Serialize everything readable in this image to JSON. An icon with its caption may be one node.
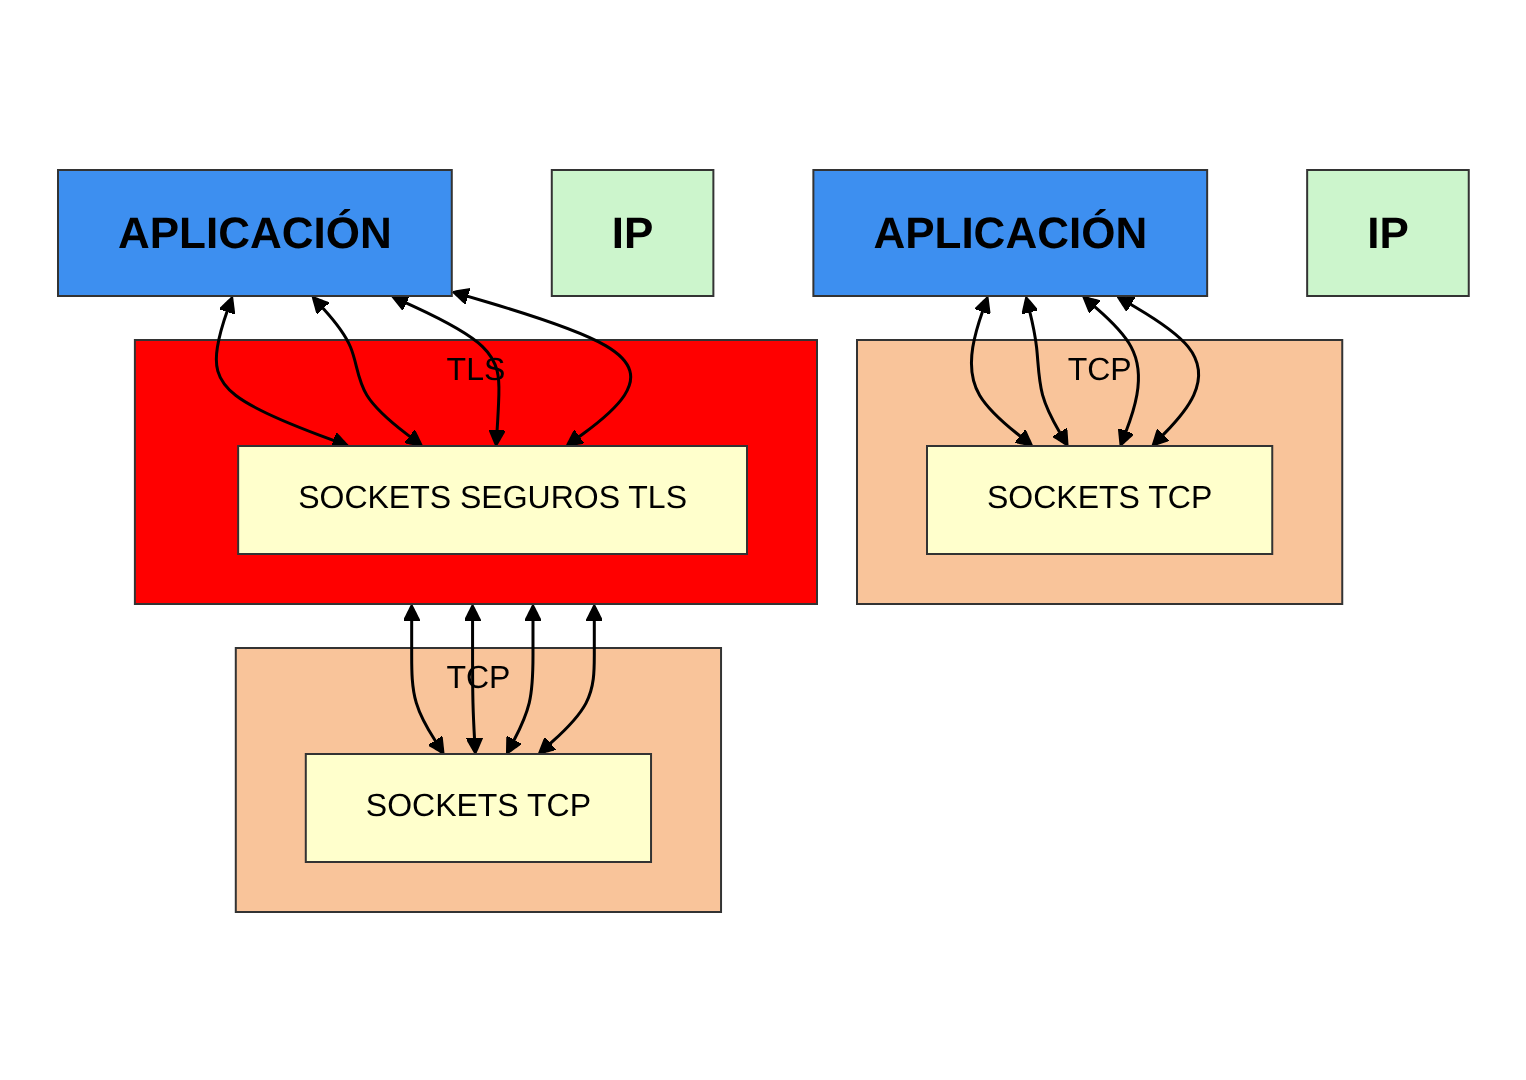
{
  "diagram": {
    "nodes": [
      {
        "text": [
          "APLICACIÓN"
        ]
      },
      {
        "text": [
          "TCP"
        ]
      },
      {
        "text": [
          "SOCKETS TCP"
        ],
        "in": 1
      },
      {
        "text": [
          "IP"
        ]
      },
      {
        "text": [
          "APLICACIÓN"
        ]
      },
      {
        "text": [
          "TLS"
        ]
      },
      {
        "text": [
          "SOCKETS SEGUROS TLS"
        ],
        "in": 5
      },
      {
        "text": [
          "TCP"
        ]
      },
      {
        "text": [
          "SOCKETS TCP"
        ],
        "in": 7
      },
      {
        "text": [
          "IP"
        ]
      }
    ],
    "edges": [
      {
        "from": 0,
        "to": 2,
        "arrow": "both"
      },
      {
        "from": 0,
        "to": 2,
        "arrow": "both"
      },
      {
        "from": 0,
        "to": 2,
        "arrow": "both"
      },
      {
        "from": 0,
        "to": 2,
        "arrow": "both"
      },
      {
        "from": 4,
        "to": 6,
        "arrow": "both"
      },
      {
        "from": 4,
        "to": 6,
        "arrow": "both"
      },
      {
        "from": 4,
        "to": 6,
        "arrow": "both"
      },
      {
        "from": 4,
        "to": 6,
        "arrow": "both"
      },
      {
        "from": 5,
        "to": 8,
        "arrow": "both"
      },
      {
        "from": 5,
        "to": 8,
        "arrow": "both"
      },
      {
        "from": 5,
        "to": 8,
        "arrow": "both"
      },
      {
        "from": 5,
        "to": 8,
        "arrow": "both"
      }
    ]
  }
}
